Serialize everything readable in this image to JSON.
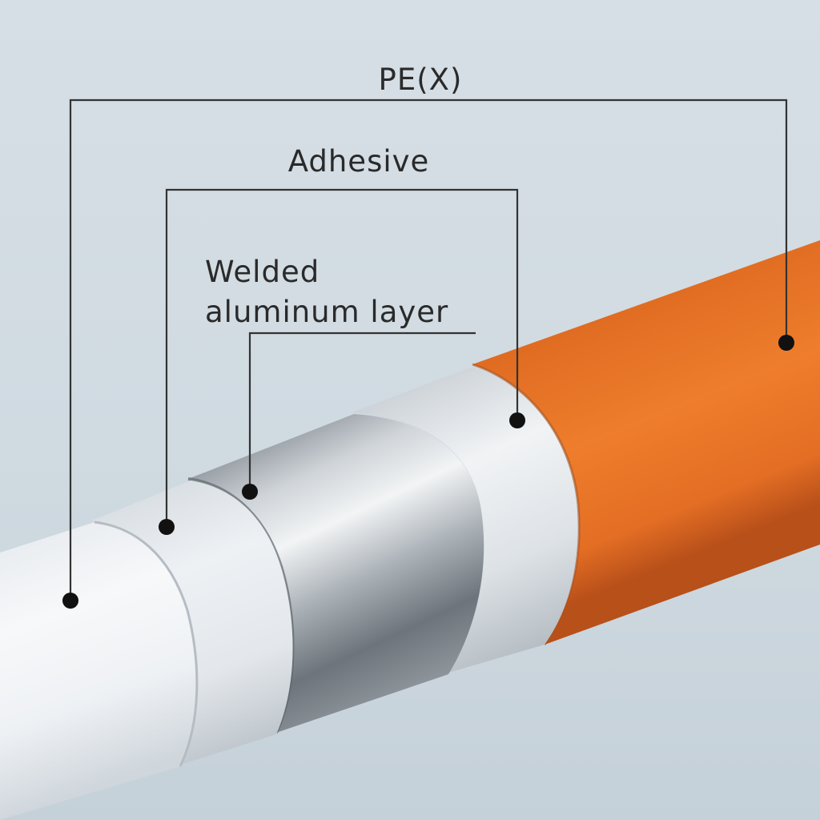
{
  "diagram": {
    "labels": {
      "pex": "PE(X)",
      "adhesive": "Adhesive",
      "aluminum_line1": "Welded",
      "aluminum_line2": "aluminum layer"
    }
  },
  "colors": {
    "background": "#d2dce3",
    "outer_layer": "#e8772a",
    "inner_layer": "#f4f6f8",
    "adhesive_layer": "#e4e8ec",
    "aluminum_layer": "#b8bec4",
    "leader_line": "#333333"
  }
}
